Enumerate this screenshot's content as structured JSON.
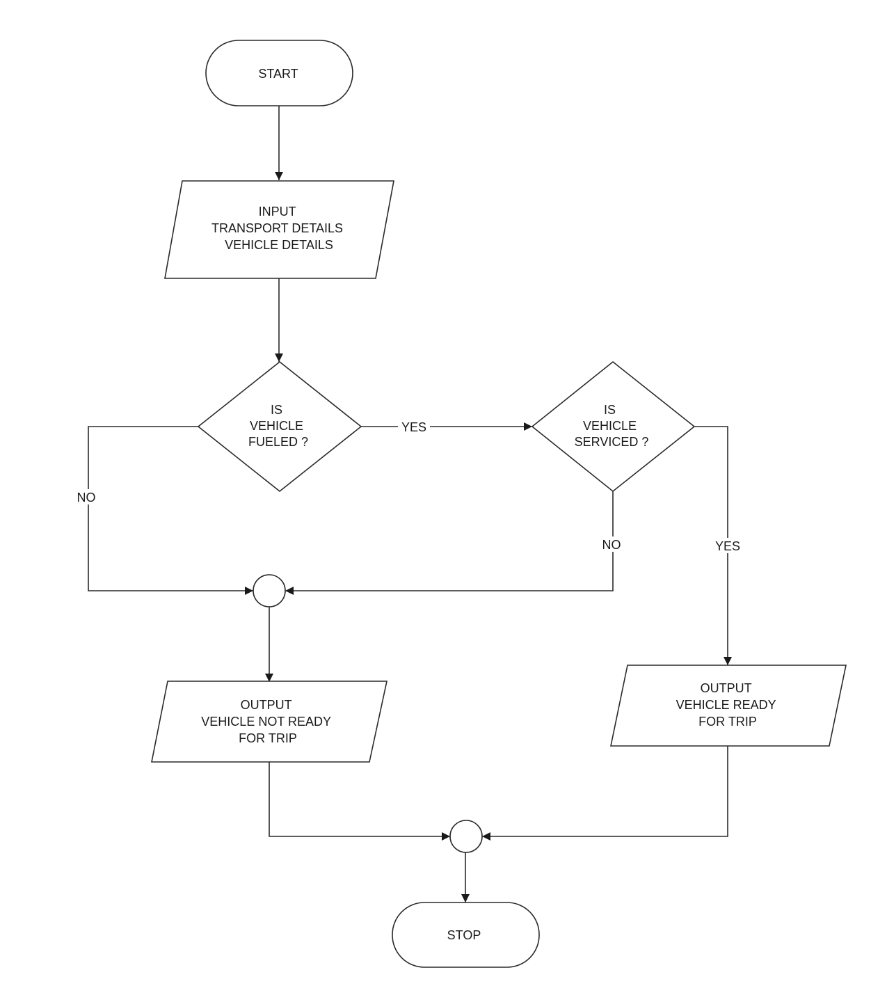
{
  "diagram": {
    "type": "flowchart",
    "nodes": {
      "start": {
        "shape": "terminal",
        "lines": [
          "START"
        ]
      },
      "input": {
        "shape": "data",
        "lines": [
          "INPUT",
          "TRANSPORT DETAILS",
          "VEHICLE DETAILS"
        ]
      },
      "fueled": {
        "shape": "decision",
        "lines": [
          "IS",
          "VEHICLE",
          "FUELED ?"
        ]
      },
      "serviced": {
        "shape": "decision",
        "lines": [
          "IS",
          "VEHICLE",
          "SERVICED ?"
        ]
      },
      "merge_not_ready": {
        "shape": "connector",
        "lines": []
      },
      "out_not_ready": {
        "shape": "data",
        "lines": [
          "OUTPUT",
          "VEHICLE NOT READY",
          "FOR TRIP"
        ]
      },
      "out_ready": {
        "shape": "data",
        "lines": [
          "OUTPUT",
          "VEHICLE READY",
          "FOR TRIP"
        ]
      },
      "merge_end": {
        "shape": "connector",
        "lines": []
      },
      "stop": {
        "shape": "terminal",
        "lines": [
          "STOP"
        ]
      }
    },
    "edges": {
      "start_to_input": {
        "from": "start",
        "to": "input",
        "label": ""
      },
      "input_to_fueled": {
        "from": "input",
        "to": "fueled",
        "label": ""
      },
      "fueled_yes": {
        "from": "fueled",
        "to": "serviced",
        "label": "YES"
      },
      "fueled_no": {
        "from": "fueled",
        "to": "merge_not_ready",
        "label": "NO"
      },
      "serviced_no": {
        "from": "serviced",
        "to": "merge_not_ready",
        "label": "NO"
      },
      "serviced_yes": {
        "from": "serviced",
        "to": "out_ready",
        "label": "YES"
      },
      "merge_to_not_ready": {
        "from": "merge_not_ready",
        "to": "out_not_ready",
        "label": ""
      },
      "not_ready_to_end": {
        "from": "out_not_ready",
        "to": "merge_end",
        "label": ""
      },
      "ready_to_end": {
        "from": "out_ready",
        "to": "merge_end",
        "label": ""
      },
      "end_to_stop": {
        "from": "merge_end",
        "to": "stop",
        "label": ""
      }
    }
  }
}
